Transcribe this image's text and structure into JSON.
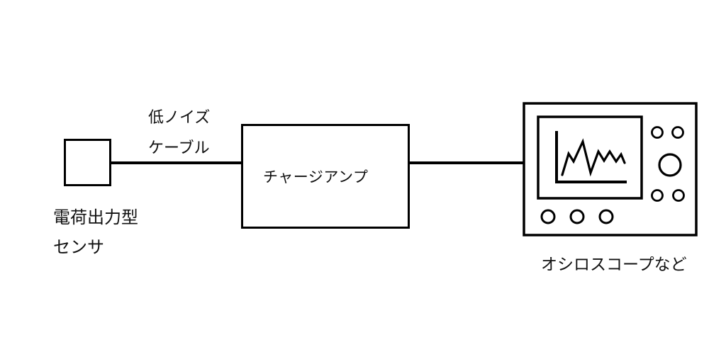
{
  "diagram": {
    "background_color": "#ffffff",
    "line_color": "#000000",
    "text_color": "#111111",
    "sensor": {
      "label_line1": "電荷出力型",
      "label_line2": "センサ"
    },
    "cable": {
      "label_line1": "低ノイズ",
      "label_line2": "ケーブル"
    },
    "amplifier": {
      "label": "チャージアンプ"
    },
    "oscilloscope": {
      "label": "オシロスコープなど"
    }
  }
}
